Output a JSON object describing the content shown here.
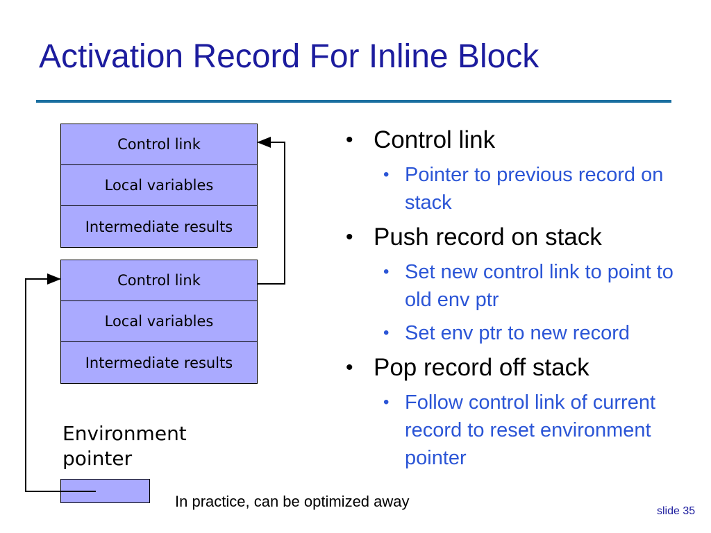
{
  "title": "Activation Record For Inline Block",
  "records": [
    {
      "cells": [
        "Control link",
        "Local variables",
        "Intermediate results"
      ]
    },
    {
      "cells": [
        "Control link",
        "Local variables",
        "Intermediate results"
      ]
    }
  ],
  "env_pointer_label": [
    "Environment",
    "pointer"
  ],
  "bullets": [
    {
      "text": "Control link",
      "subs": [
        "Pointer to previous record on stack"
      ]
    },
    {
      "text": "Push record on stack",
      "subs": [
        "Set new control link to point to old env ptr",
        "Set env ptr to new record"
      ]
    },
    {
      "text": "Pop record off stack",
      "subs": [
        "Follow control link of current record to reset environment pointer"
      ]
    }
  ],
  "note": "In practice, can be optimized away",
  "slide_number": "slide 35",
  "colors": {
    "title": "#1c1c9e",
    "rule": "#1a6fa0",
    "cell_fill": "#aaaaff",
    "sub_bullet": "#2b55d6"
  }
}
